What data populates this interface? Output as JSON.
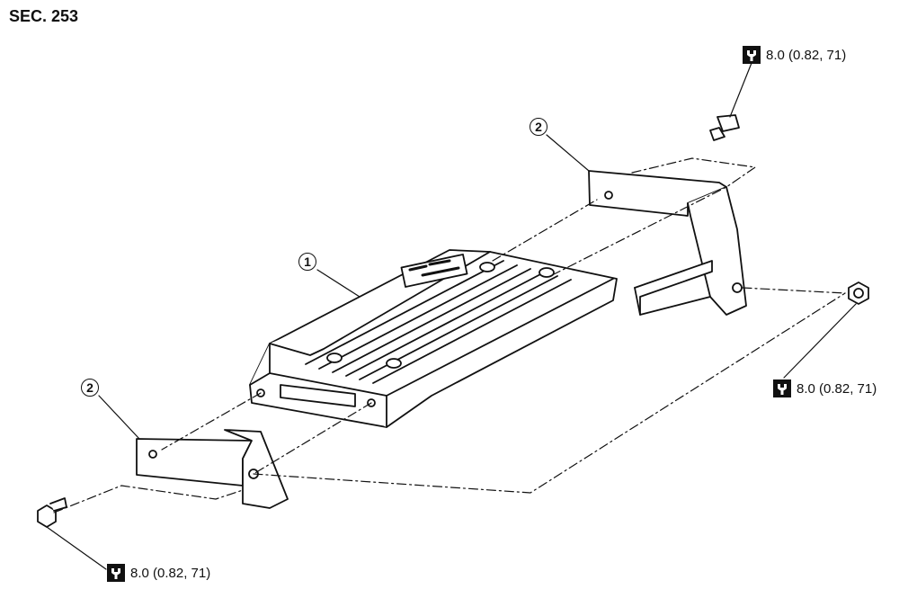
{
  "section": {
    "title": "SEC. 253"
  },
  "callouts": {
    "module": "1",
    "bracket": "2"
  },
  "torque_specs": {
    "top_right": "8.0 (0.82, 71)",
    "right": "8.0 (0.82, 71)",
    "bottom_left": "8.0 (0.82, 71)"
  },
  "icons": {
    "torque": "torque-wrench-icon"
  }
}
